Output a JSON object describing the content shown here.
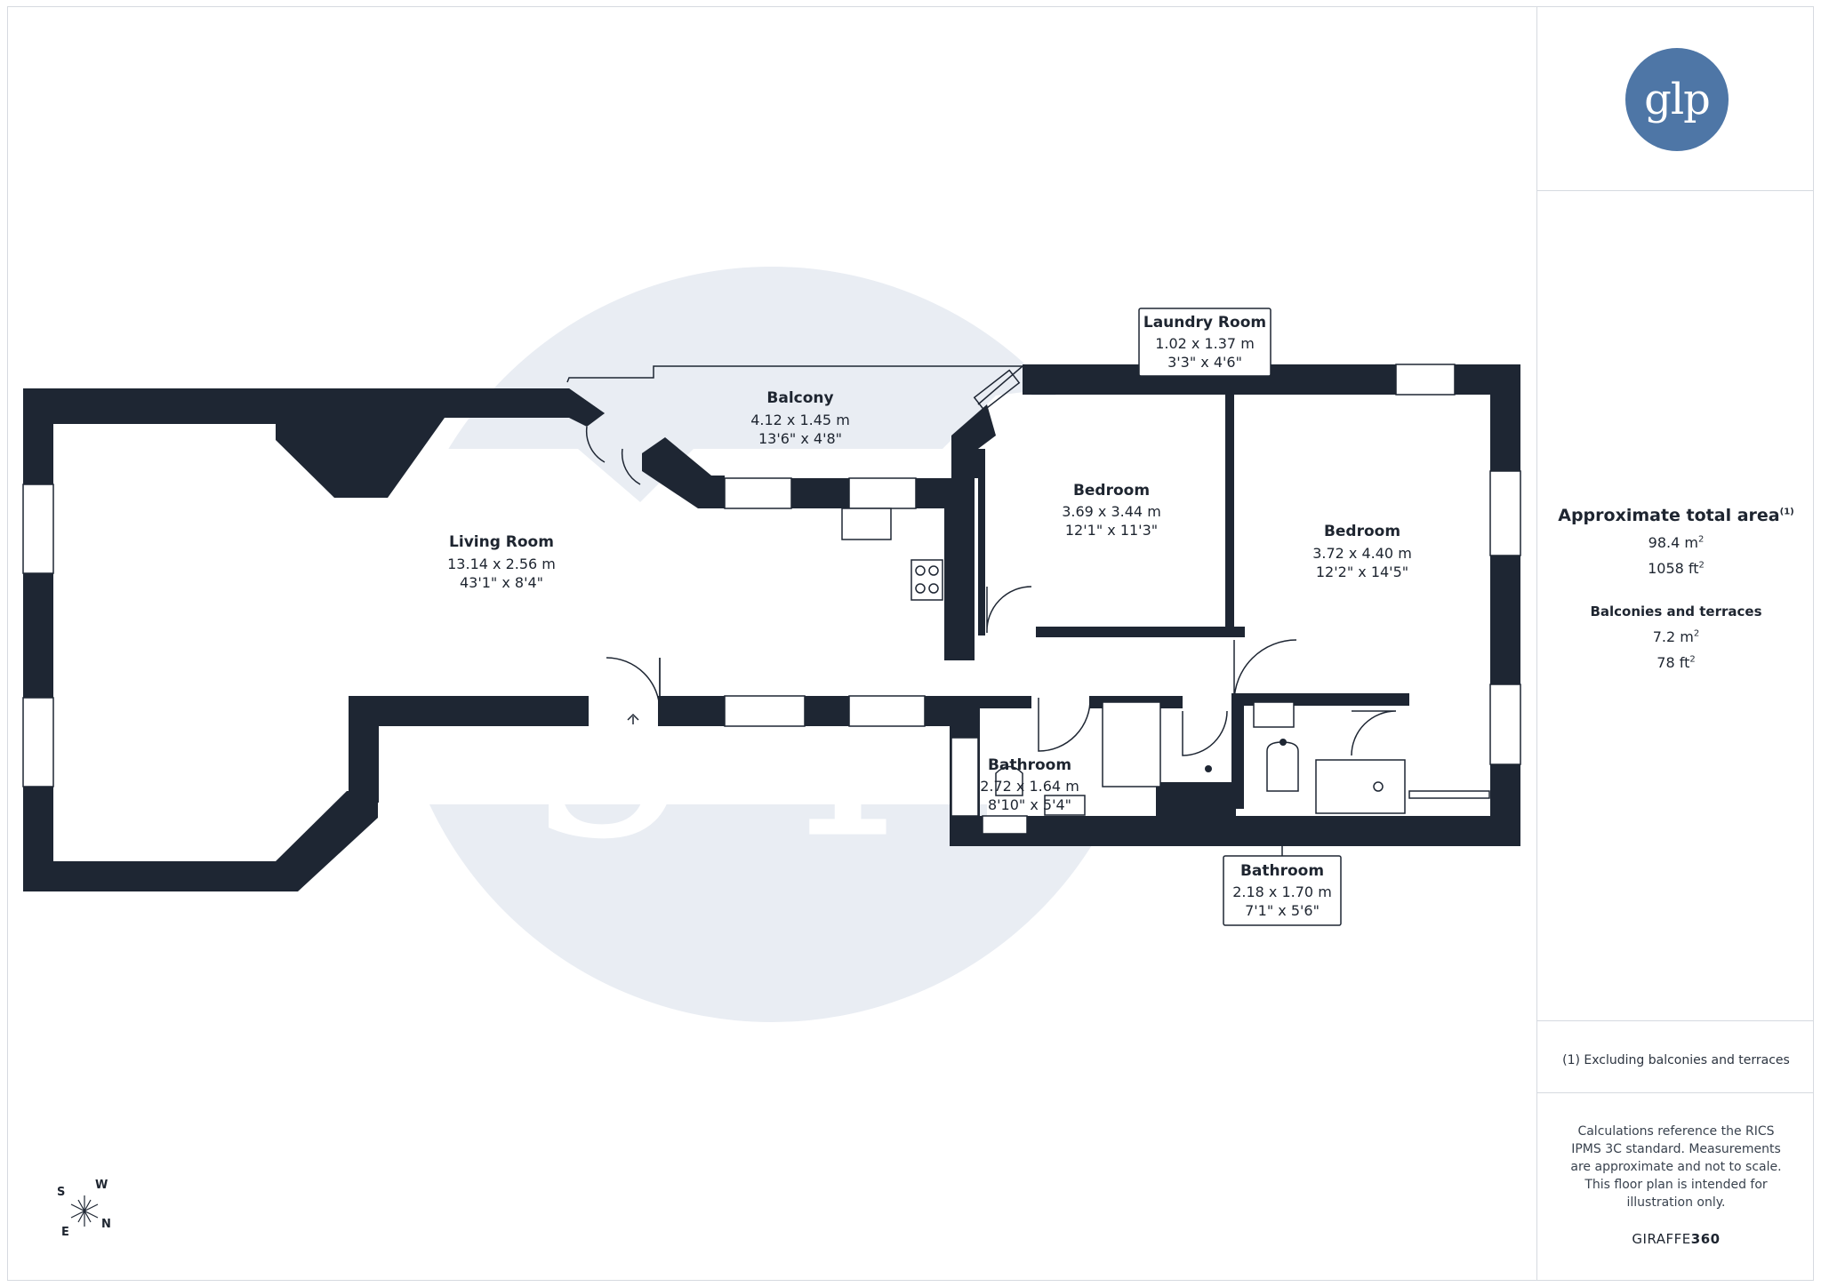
{
  "watermark": {
    "text": "glp"
  },
  "rooms": {
    "living_room": {
      "name": "Living Room",
      "dim_m": "13.14 x 2.56 m",
      "dim_ft": "43'1\" x 8'4\""
    },
    "balcony": {
      "name": "Balcony",
      "dim_m": "4.12 x 1.45 m",
      "dim_ft": "13'6\" x 4'8\""
    },
    "laundry_room": {
      "name": "Laundry Room",
      "dim_m": "1.02 x 1.37 m",
      "dim_ft": "3'3\" x 4'6\""
    },
    "bedroom_1": {
      "name": "Bedroom",
      "dim_m": "3.69 x 3.44 m",
      "dim_ft": "12'1\" x 11'3\""
    },
    "bedroom_2": {
      "name": "Bedroom",
      "dim_m": "3.72 x 4.40 m",
      "dim_ft": "12'2\" x 14'5\""
    },
    "bathroom_1": {
      "name": "Bathroom",
      "dim_m": "2.72 x 1.64 m",
      "dim_ft": "8'10\" x 5'4\""
    },
    "bathroom_2": {
      "name": "Bathroom",
      "dim_m": "2.18 x 1.70 m",
      "dim_ft": "7'1\" x 5'6\""
    }
  },
  "compass": {
    "s": "S",
    "w": "W",
    "e": "E",
    "n": "N"
  },
  "sidebar": {
    "logo_text": "glp",
    "area_title": "Approximate total area",
    "area_title_note": "(1)",
    "total_m2": "98.4 m",
    "total_ft2": "1058 ft",
    "sq": "2",
    "balconies_title": "Balconies and terraces",
    "balconies_m2": "7.2 m",
    "balconies_ft2": "78 ft",
    "footnote": "(1) Excluding balconies and terraces",
    "calculations": "Calculations reference the RICS IPMS 3C standard. Measurements are approximate and not to scale. This floor plan is intended for illustration only.",
    "brand_a": "GIRAFFE",
    "brand_b": "360"
  },
  "colors": {
    "wall": "#1e2633",
    "watermark": "#e9edf3",
    "accent": "#4e76a6"
  }
}
